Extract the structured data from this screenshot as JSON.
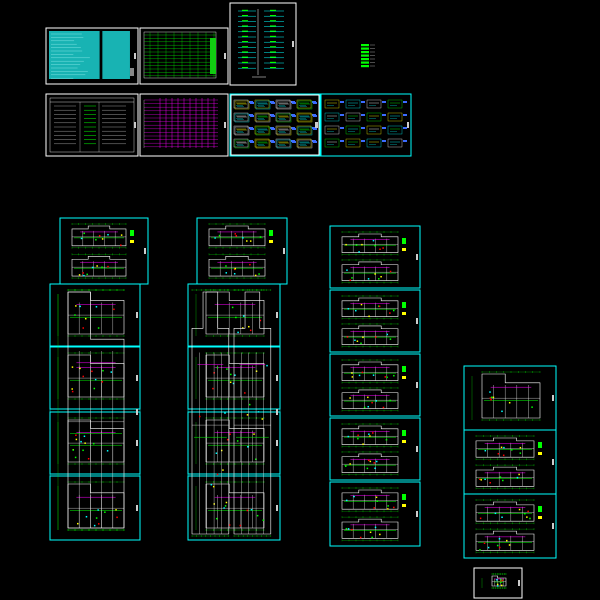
{
  "title": "",
  "colors": {
    "background": "#000000",
    "sheet_border": "#00ffff",
    "white_border": "#ffffff",
    "wall": "#ffffff",
    "green": "#00ff00",
    "cyan": "#00ffff",
    "magenta": "#ff00ff",
    "red": "#ff0000",
    "yellow": "#ffff00",
    "blue": "#3b6bff"
  },
  "sheets": [
    {
      "kind": "notes-cyan"
    },
    {
      "kind": "table-green"
    },
    {
      "kind": "riser-tall"
    },
    {
      "kind": "legend-small"
    },
    {
      "kind": "table-white"
    },
    {
      "kind": "riser-magenta"
    },
    {
      "kind": "details-yellow"
    },
    {
      "kind": "details-mixed"
    },
    {
      "kind": "details-mixed"
    },
    {
      "kind": "plan-pair"
    },
    {
      "kind": "plan-pair"
    },
    {
      "kind": "plan-pair"
    },
    {
      "kind": "plan-L"
    },
    {
      "kind": "plan-L"
    },
    {
      "kind": "plan-L"
    },
    {
      "kind": "plan-L"
    },
    {
      "kind": "plan-L"
    },
    {
      "kind": "plan-pair"
    },
    {
      "kind": "plan-L"
    },
    {
      "kind": "plan-L"
    },
    {
      "kind": "plan-L"
    },
    {
      "kind": "plan-pair"
    },
    {
      "kind": "plan-pair"
    },
    {
      "kind": "plan-pair"
    },
    {
      "kind": "plan-L"
    },
    {
      "kind": "plan-pair"
    },
    {
      "kind": "plan-pair"
    },
    {
      "kind": "plan-L"
    },
    {
      "kind": "plan-L"
    },
    {
      "kind": "plan-small"
    }
  ]
}
